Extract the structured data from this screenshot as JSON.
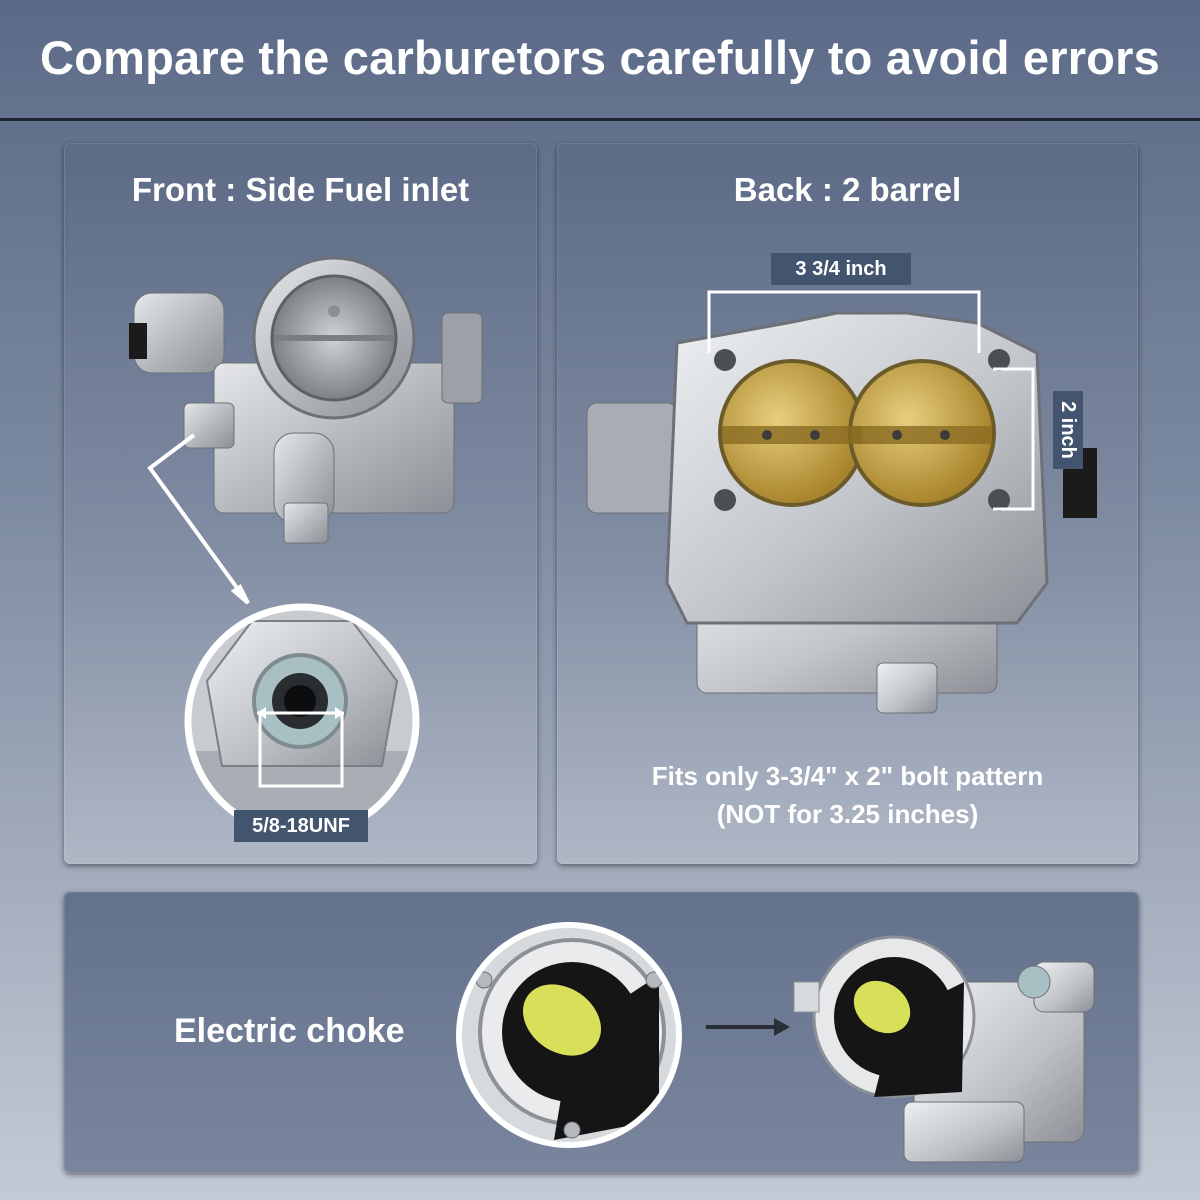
{
  "header": {
    "title": "Compare the carburetors carefully to avoid errors"
  },
  "front": {
    "title": "Front : Side Fuel inlet",
    "thread_label": "5/8-18UNF"
  },
  "back": {
    "title": "Back : 2 barrel",
    "width_label": "3  3/4 inch",
    "height_label": "2 inch",
    "fit_line1": "Fits only 3-3/4\" x 2\" bolt pattern",
    "fit_line2": "(NOT for 3.25 inches)"
  },
  "choke": {
    "label": "Electric choke"
  },
  "colors": {
    "header_bg": "#5a6987",
    "tag_bg": "#43546f",
    "text": "#ffffff",
    "brass": "#c9a84a",
    "choke_yellow": "#d8e05a"
  }
}
